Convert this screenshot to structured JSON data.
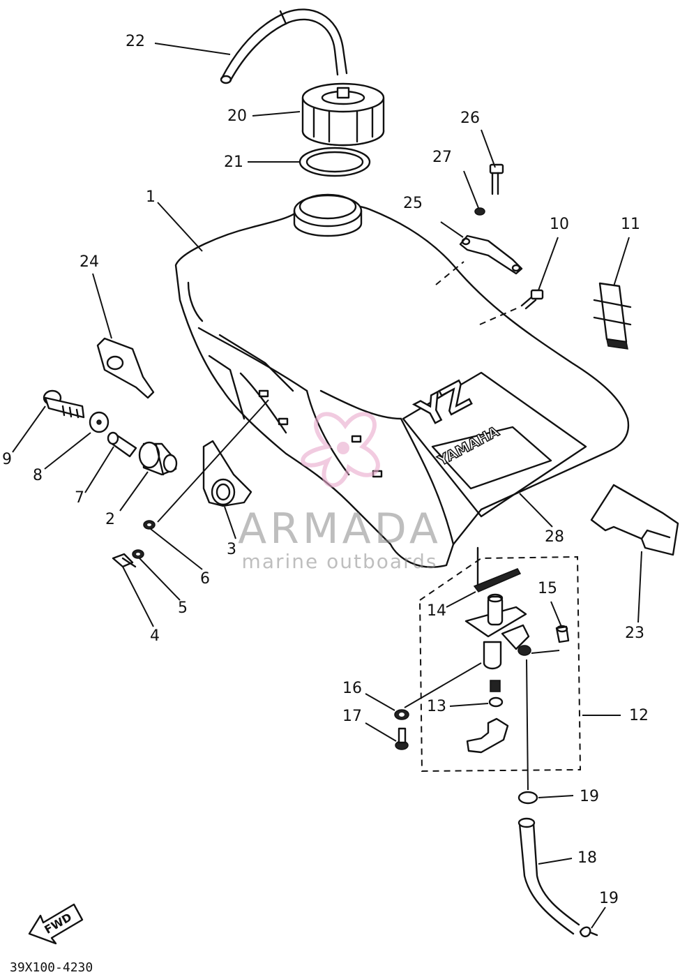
{
  "callouts": {
    "c1": "1",
    "c2": "2",
    "c3": "3",
    "c4": "4",
    "c5": "5",
    "c6": "6",
    "c7": "7",
    "c8": "8",
    "c9": "9",
    "c10": "10",
    "c11": "11",
    "c12": "12",
    "c13": "13",
    "c14": "14",
    "c15": "15",
    "c16": "16",
    "c17": "17",
    "c18": "18",
    "c19a": "19",
    "c19b": "19",
    "c20": "20",
    "c21": "21",
    "c22": "22",
    "c23": "23",
    "c24": "24",
    "c25": "25",
    "c26": "26",
    "c27": "27",
    "c28": "28"
  },
  "tank_logo": {
    "model": "YZ",
    "brand": "YAMAHA"
  },
  "direction_arrow": "FWD",
  "watermark": {
    "name": "ARMADA",
    "tagline": "marine outboards",
    "colors": {
      "logo": "#e9a9cc",
      "text": "#8a8a8a"
    }
  },
  "document_code": "39X100-4230"
}
